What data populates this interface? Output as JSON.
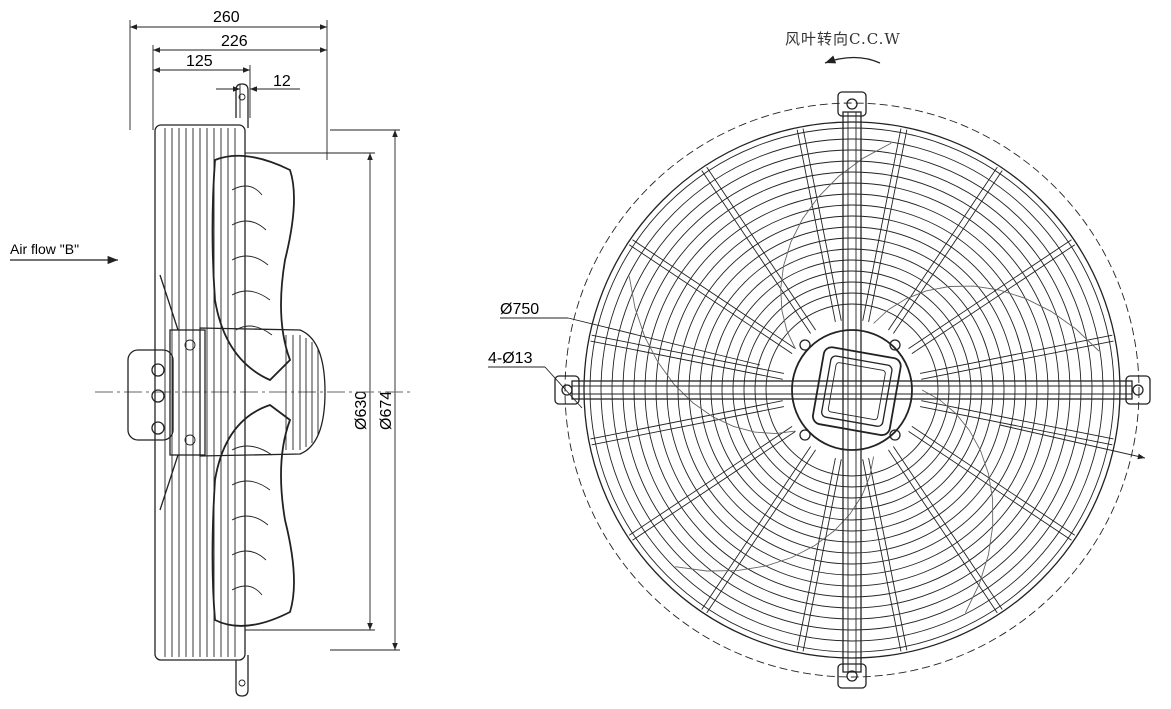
{
  "side_view": {
    "dims": {
      "overall_depth": "260",
      "guard_depth": "226",
      "hub_offset": "125",
      "bracket_thickness": "12",
      "inner_diameter": "Ø630",
      "outer_diameter": "Ø674"
    },
    "airflow_label": "Air flow \"B\""
  },
  "front_view": {
    "rotation_label": "风叶转向C.C.W",
    "guard_diameter": "Ø750",
    "mount_holes": "4-Ø13"
  }
}
